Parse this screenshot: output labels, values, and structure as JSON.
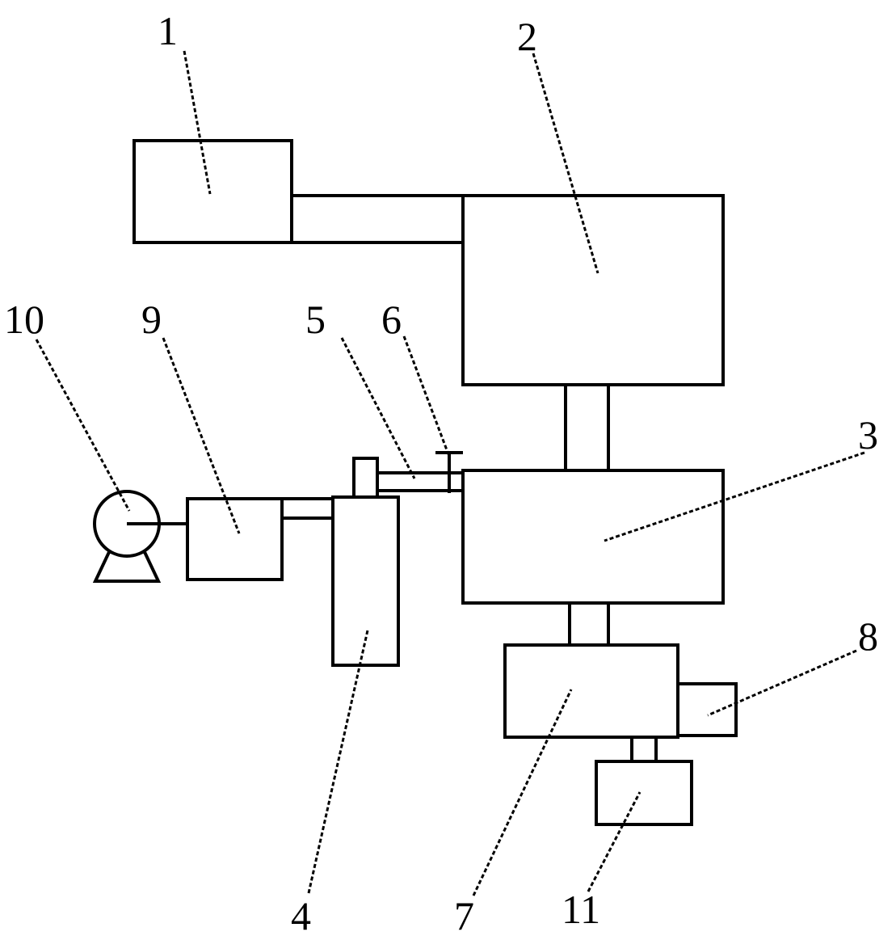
{
  "labels": {
    "l1": "1",
    "l2": "2",
    "l3": "3",
    "l4": "4",
    "l5": "5",
    "l6": "6",
    "l7": "7",
    "l8": "8",
    "l9": "9",
    "l10": "10",
    "l11": "11"
  },
  "stroke_color": "#000000",
  "background_color": "#ffffff"
}
